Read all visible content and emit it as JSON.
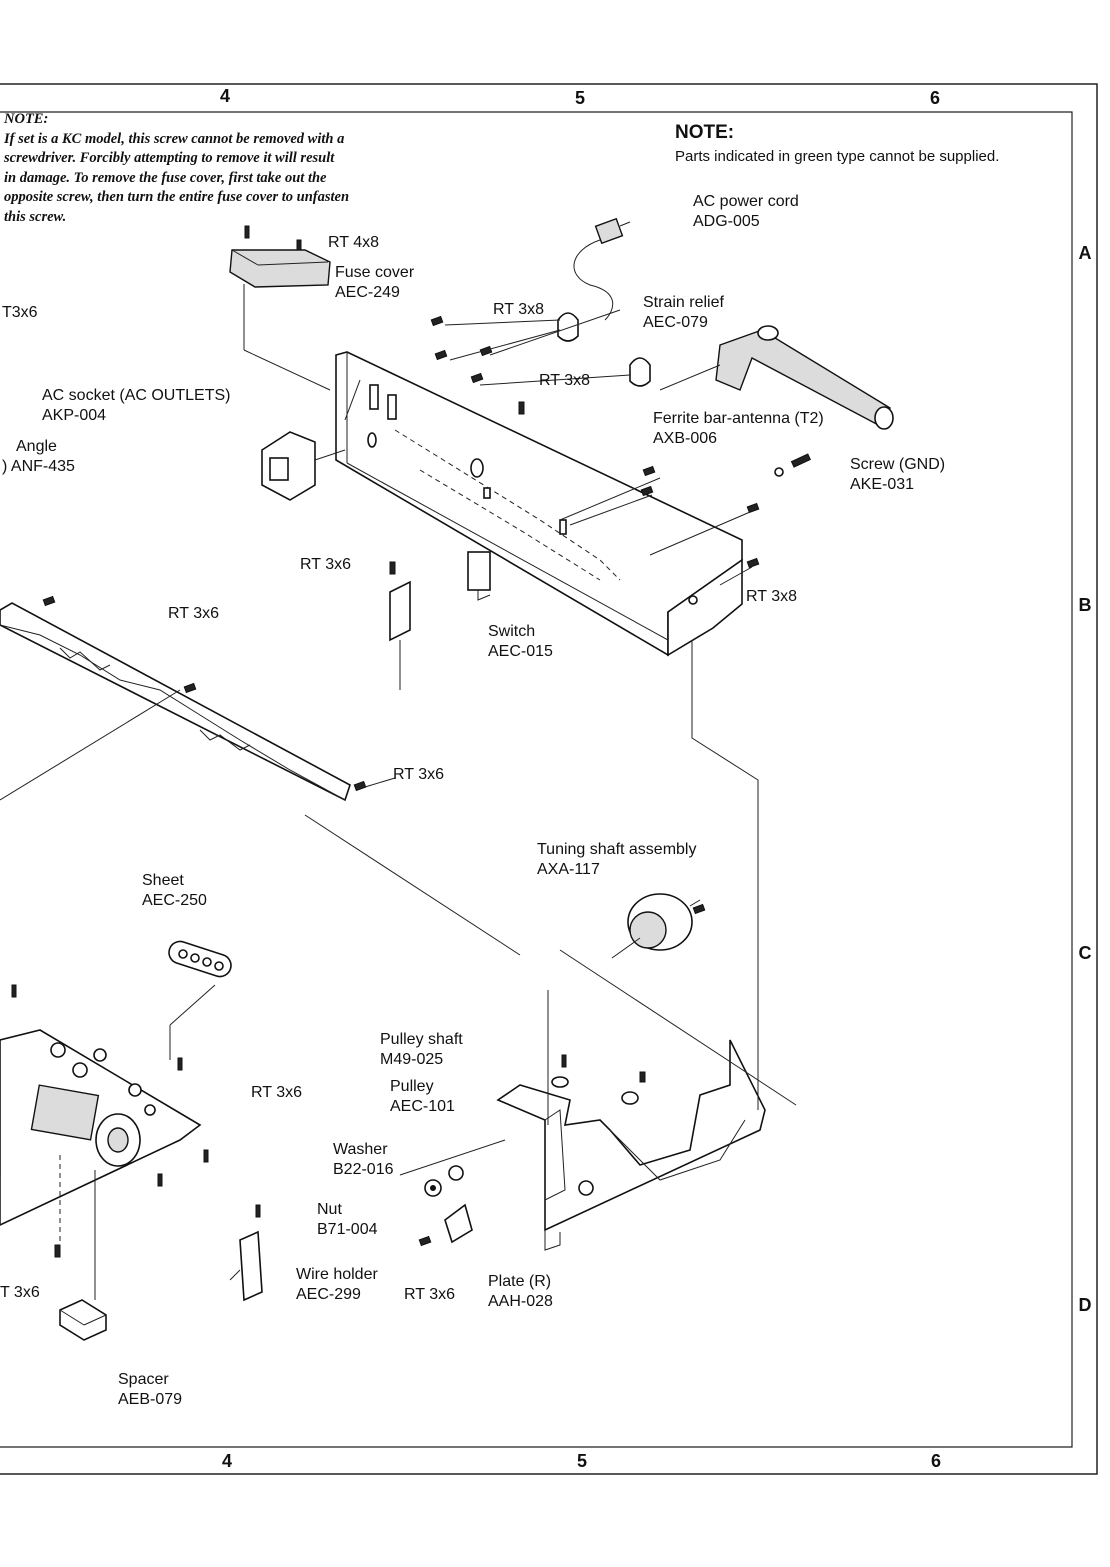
{
  "columns": [
    "4",
    "5",
    "6"
  ],
  "rows": [
    "A",
    "B",
    "C",
    "D"
  ],
  "note_left": {
    "title": "NOTE:",
    "lines": [
      "If set is a KC model, this screw cannot be removed with a",
      "screwdriver. Forcibly attempting to remove it will result",
      "in damage. To remove the fuse cover, first take out the",
      "opposite screw, then turn the entire fuse cover to unfasten",
      "this screw."
    ]
  },
  "note_right": {
    "title": "NOTE:",
    "text": "Parts indicated in green type cannot be supplied."
  },
  "labels": {
    "rt4x8_fuse": "RT 4x8",
    "fuse_cover": {
      "name": "Fuse cover",
      "code": "AEC-249"
    },
    "ac_power_cord": {
      "name": "AC power cord",
      "code": "ADG-005"
    },
    "t3x6_top": "T3x6",
    "rt3x8_a": "RT 3x8",
    "strain_relief": {
      "name": "Strain relief",
      "code": "AEC-079"
    },
    "rt3x8_b": "RT 3x8",
    "ac_socket": {
      "name": "AC socket (AC OUTLETS)",
      "code": "AKP-004"
    },
    "angle": {
      "name": "Angle",
      "code": ") ANF-435"
    },
    "ferrite": {
      "name": "Ferrite bar-antenna (T2)",
      "code": "AXB-006"
    },
    "screw_gnd": {
      "name": "Screw (GND)",
      "code": "AKE-031"
    },
    "rt3x6_switch": "RT 3x6",
    "rt3x8_c": "RT 3x8",
    "rt3x6_left": "RT 3x6",
    "switch": {
      "name": "Switch",
      "code": "AEC-015"
    },
    "rt3x6_mid": "RT 3x6",
    "tuning_shaft": {
      "name": "Tuning shaft assembly",
      "code": "AXA-117"
    },
    "sheet": {
      "name": "Sheet",
      "code": "AEC-250"
    },
    "pulley_shaft": {
      "name": "Pulley shaft",
      "code": "M49-025"
    },
    "rt3x6_pcb": "RT 3x6",
    "pulley": {
      "name": "Pulley",
      "code": "AEC-101"
    },
    "washer": {
      "name": "Washer",
      "code": "B22-016"
    },
    "nut": {
      "name": "Nut",
      "code": "B71-004"
    },
    "wire_holder": {
      "name": "Wire holder",
      "code": "AEC-299"
    },
    "rt3x6_plate": "RT 3x6",
    "plate_r": {
      "name": "Plate (R)",
      "code": "AAH-028"
    },
    "t3x6_bottom": "T 3x6",
    "spacer": {
      "name": "Spacer",
      "code": "AEB-079"
    }
  }
}
